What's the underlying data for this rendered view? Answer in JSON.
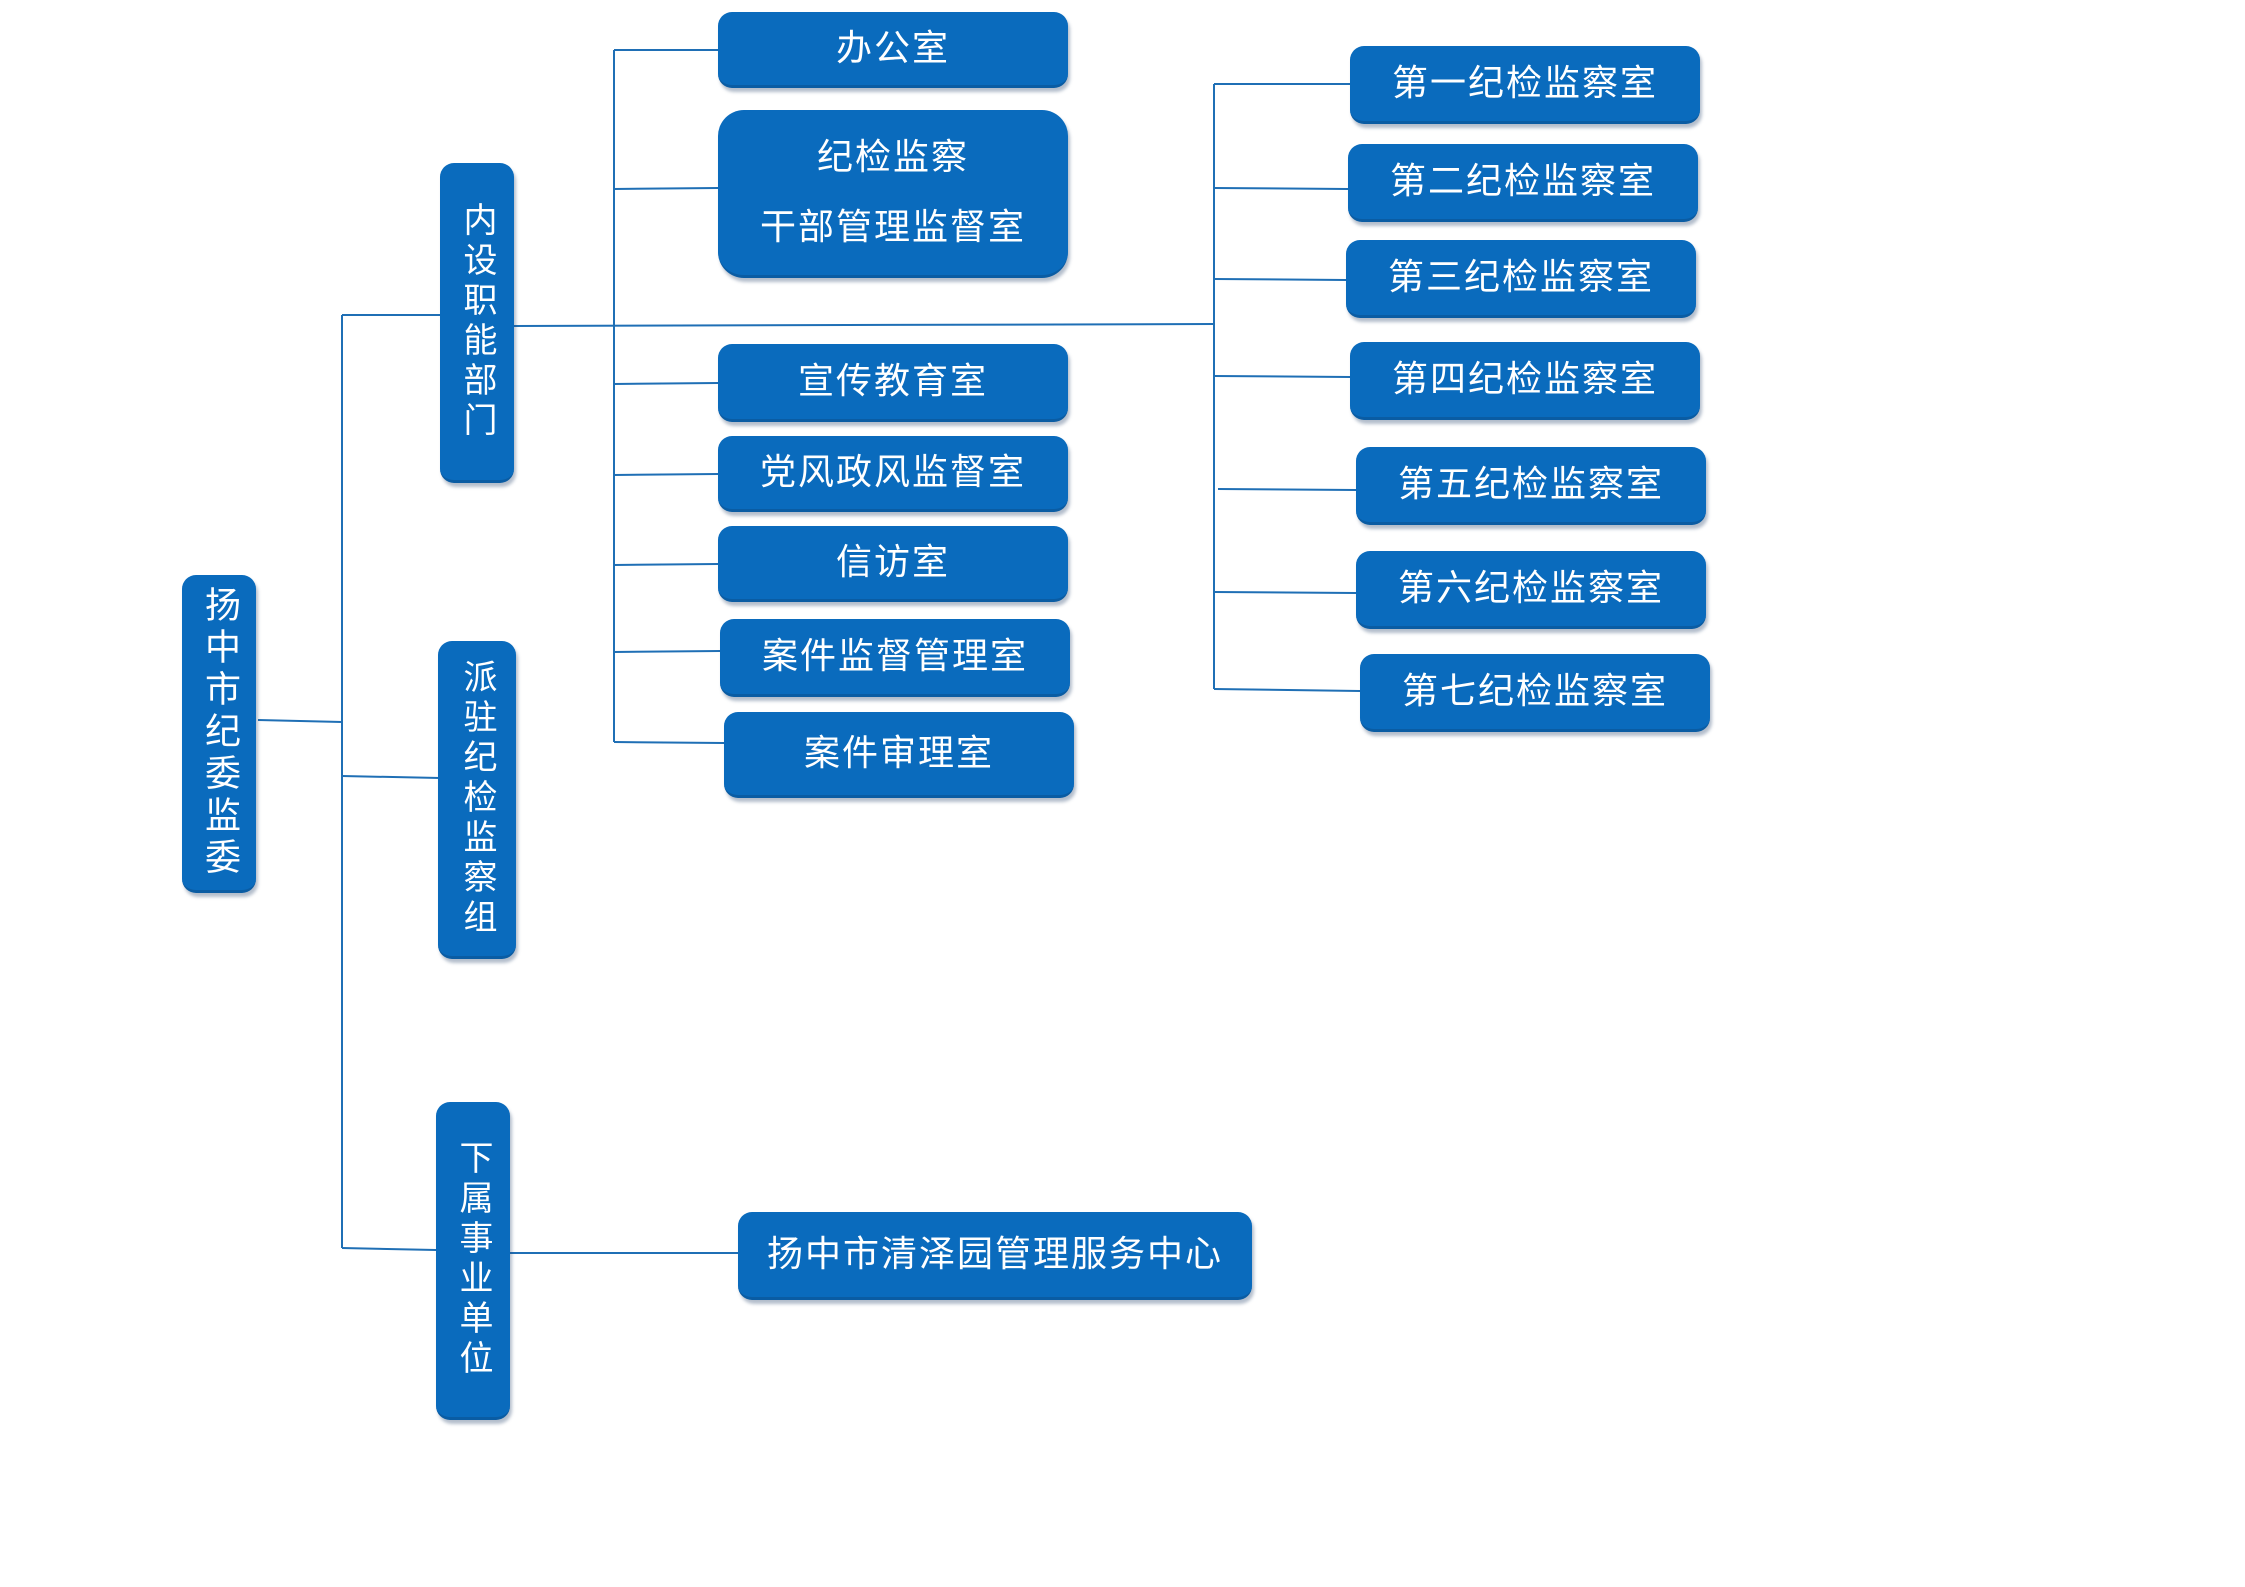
{
  "root": "扬中市纪委监委",
  "level1": [
    "内设职能部门",
    "派驻纪检监察组",
    "下属事业单位"
  ],
  "internal_departments": [
    "办公室",
    {
      "line1": "纪检监察",
      "line2": "干部管理监督室"
    },
    "宣传教育室",
    "党风政风监督室",
    "信访室",
    "案件监督管理室",
    "案件审理室"
  ],
  "inspection_rooms": [
    "第一纪检监察室",
    "第二纪检监察室",
    "第三纪检监察室",
    "第四纪检监察室",
    "第五纪检监察室",
    "第六纪检监察室",
    "第七纪检监察室"
  ],
  "subordinate_units": [
    "扬中市清泽园管理服务中心"
  ],
  "colors": {
    "box": "#0a6bbd",
    "line": "#1f6fb5",
    "text": "#ffffff"
  }
}
